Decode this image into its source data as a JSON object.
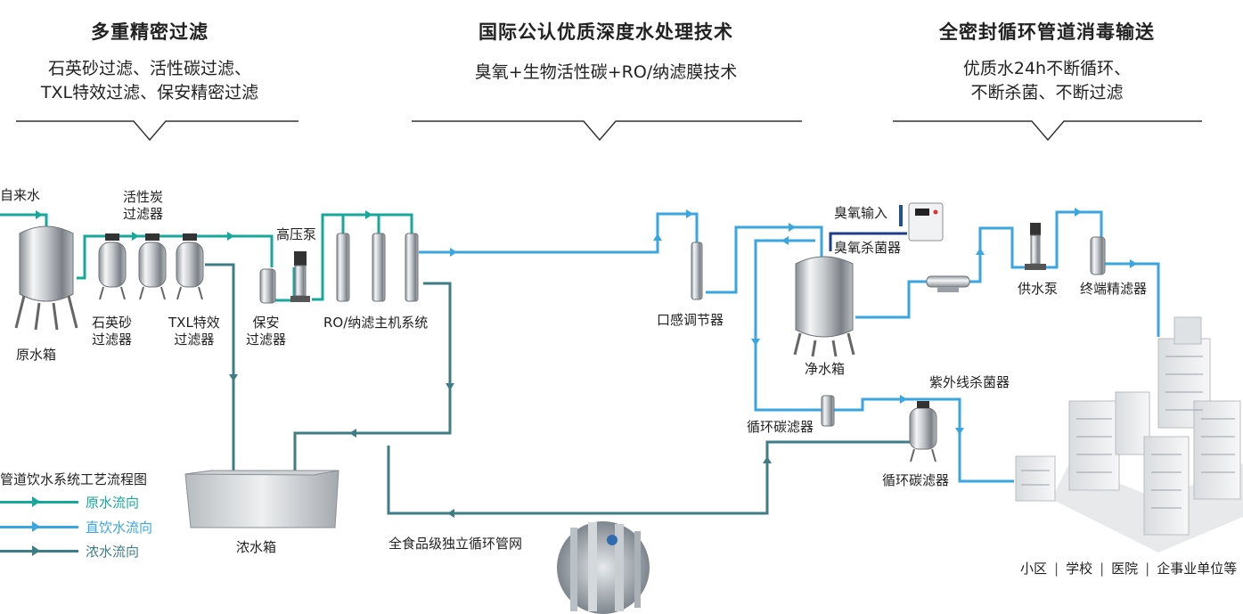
{
  "headers": [
    {
      "title": "多重精密过滤",
      "lines": [
        "石英砂过滤、活性碳过滤、",
        "TXL特效过滤、保安精密过滤"
      ]
    },
    {
      "title": "国际公认优质深度水处理技术",
      "lines": [
        "臭氧+生物活性碳+RO/纳滤膜技术"
      ]
    },
    {
      "title": "全密封循环管道消毒输送",
      "lines": [
        "优质水24h不断循环、",
        "不断杀菌、不断过滤"
      ]
    }
  ],
  "labels": {
    "tap_water": "自来水",
    "carbon_filter": [
      "活性炭",
      "过滤器"
    ],
    "raw_tank": "原水箱",
    "sand_filter": [
      "石英砂",
      "过滤器"
    ],
    "txl_filter": [
      "TXL特效",
      "过滤器"
    ],
    "security_filter": [
      "保安",
      "过滤器"
    ],
    "hp_pump": "高压泵",
    "ro_system": "RO/纳滤主机系统",
    "taste_regulator": "口感调节器",
    "ozone_input": "臭氧输入",
    "ozone_sterilizer": "臭氧杀菌器",
    "clean_tank": "净水箱",
    "supply_pump": "供水泵",
    "terminal_filter": "终端精滤器",
    "uv_sterilizer": "紫外线杀菌器",
    "circ_carbon_filter_1": "循环碳滤器",
    "circ_carbon_filter_2": "循环碳滤器",
    "conc_tank": "浓水箱",
    "pipe_network": "全食品级独立循环管网"
  },
  "legend": {
    "title": "管道饮水系统工艺流程图",
    "items": [
      {
        "label": "原水流向",
        "color": "#16a89a"
      },
      {
        "label": "直饮水流向",
        "color": "#3aa6df"
      },
      {
        "label": "浓水流向",
        "color": "#3e7d85"
      }
    ]
  },
  "categories": [
    "小区",
    "学校",
    "医院",
    "企事业单位等"
  ],
  "colors": {
    "raw": "#16a89a",
    "direct": "#3aa6df",
    "conc": "#3e7d85"
  }
}
